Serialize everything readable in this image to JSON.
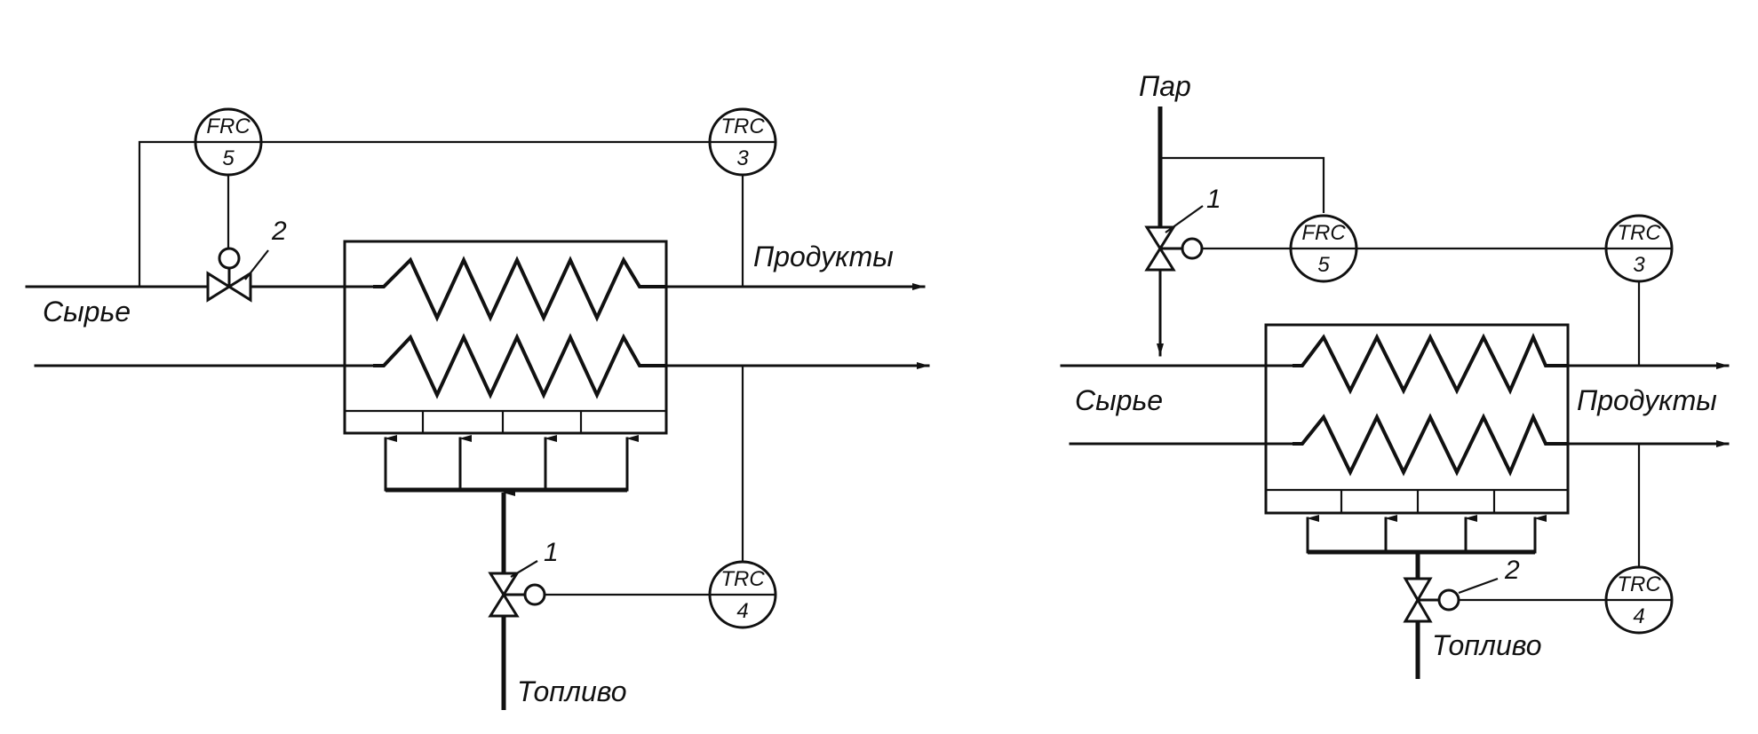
{
  "left_diagram": {
    "labels": {
      "feed": "Сырье",
      "products": "Продукты",
      "fuel": "Топливо"
    },
    "instruments": {
      "flow_controller": {
        "code": "FRC",
        "number": "5"
      },
      "temp_controller_top": {
        "code": "TRC",
        "number": "3"
      },
      "temp_controller_bottom": {
        "code": "TRC",
        "number": "4"
      }
    },
    "valve_numbers": {
      "feed_valve": "2",
      "fuel_valve": "1"
    }
  },
  "right_diagram": {
    "labels": {
      "steam": "Пар",
      "feed": "Сырье",
      "products": "Продукты",
      "fuel": "Топливо"
    },
    "instruments": {
      "flow_controller": {
        "code": "FRC",
        "number": "5"
      },
      "temp_controller_top": {
        "code": "TRC",
        "number": "3"
      },
      "temp_controller_bottom": {
        "code": "TRC",
        "number": "4"
      }
    },
    "valve_numbers": {
      "steam_valve": "1",
      "fuel_valve": "2"
    }
  }
}
